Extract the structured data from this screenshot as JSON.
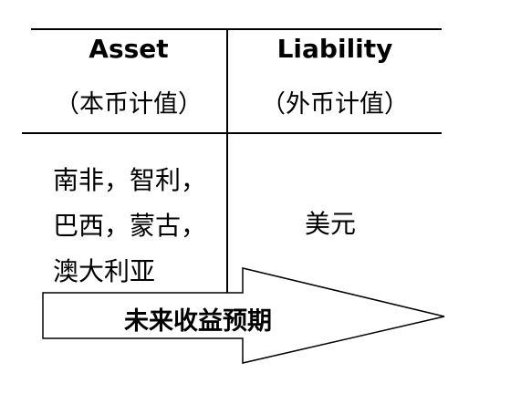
{
  "table": {
    "headers": [
      {
        "title": "Asset",
        "subtitle": "（本币计值）"
      },
      {
        "title": "Liability",
        "subtitle": "（外币计值）"
      }
    ],
    "asset_cell_lines": [
      "南非，智利，",
      "巴西，蒙古，",
      "澳大利亚"
    ],
    "liability_cell": "美元"
  },
  "arrow": {
    "label": "未来收益预期",
    "fill": "#ffffff",
    "stroke": "#000000"
  }
}
